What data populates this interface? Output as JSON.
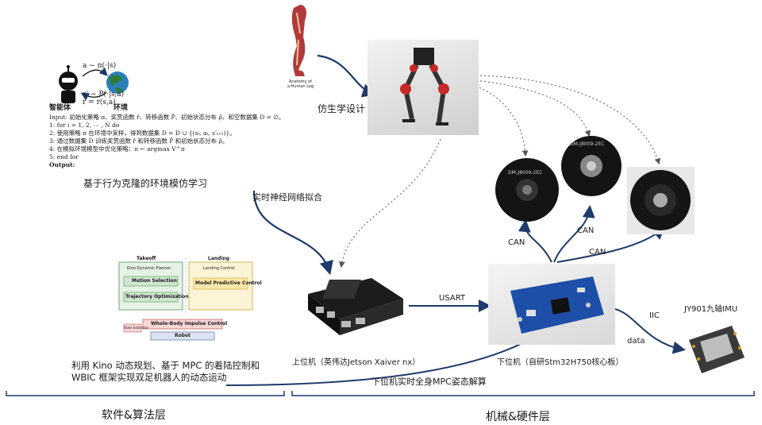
{
  "diagram": {
    "rl_block": {
      "policy_formula": "a ~ π(·|s)",
      "transition_formula": "s' ~ P(·|s,a)",
      "reward_formula": "r = r(s,a)",
      "agent_label": "智能体",
      "env_label": "环境",
      "algorithm": [
        "Input: 初始化策略 π、奖赏函数 r̂、转移函数 P̂、初始状态分布 ρ̂、和空数据集 D = ∅。",
        "1:  for i = 1, 2, ⋯ , N do",
        "2:    使用策略 π 在环境中采样，得到数据集 D = D ∪ {(sₜ, aₜ, s′ₜ₊₁)}。",
        "3:    通过数据集 D 训练奖赏函数 r̂ 和转移函数 P̂ 和初始状态分布 ρ̂。",
        "4:    在模拟环境模型中优化策略：π ← argmax V^π",
        "5:  end for",
        "Output:"
      ],
      "caption": "基于行为克隆的环境模仿学习"
    },
    "anatomy": {
      "caption_line1": "Anatomy of",
      "caption_line2": "a Human Leg"
    },
    "bionic_label": "仿生学设计",
    "nn_label": "实时神经网络拟合",
    "planner": {
      "takeoff": "Takeoff",
      "landing": "Landing",
      "kino_title": "Kino-Dynamic Planner",
      "motion_selection": "Motion Selection",
      "trajectory_optimization": "Trajectory Optimization",
      "landing_control": "Landing Control",
      "mpc": "Model Predictive Control",
      "wbic": "Whole-Body Impulse Control",
      "robot": "Robot",
      "estimator": "State Estimator"
    },
    "software_caption_line1": "利用 Kino 动态规划、基于 MPC 的着陆控制和",
    "software_caption_line2": "WBIC 框架实现双足机器人的动态运动",
    "upper_label": "上位机（英伟达Jetson Xaiver nx）",
    "lower_label": "下位机（自研Stm32H750核心板）",
    "usart_label": "USART",
    "can_labels": [
      "CAN",
      "CAN",
      "CAN"
    ],
    "motor_labels": [
      "DM-J8009-2EC",
      "DM-J8009-2EC"
    ],
    "iic_label": "IIC",
    "data_label": "data",
    "imu_label": "JY901九轴IMU",
    "mpc_solve_label": "下位机实时全身MPC姿态解算",
    "layer_software": "软件&算法层",
    "layer_hardware": "机械&硬件层"
  }
}
